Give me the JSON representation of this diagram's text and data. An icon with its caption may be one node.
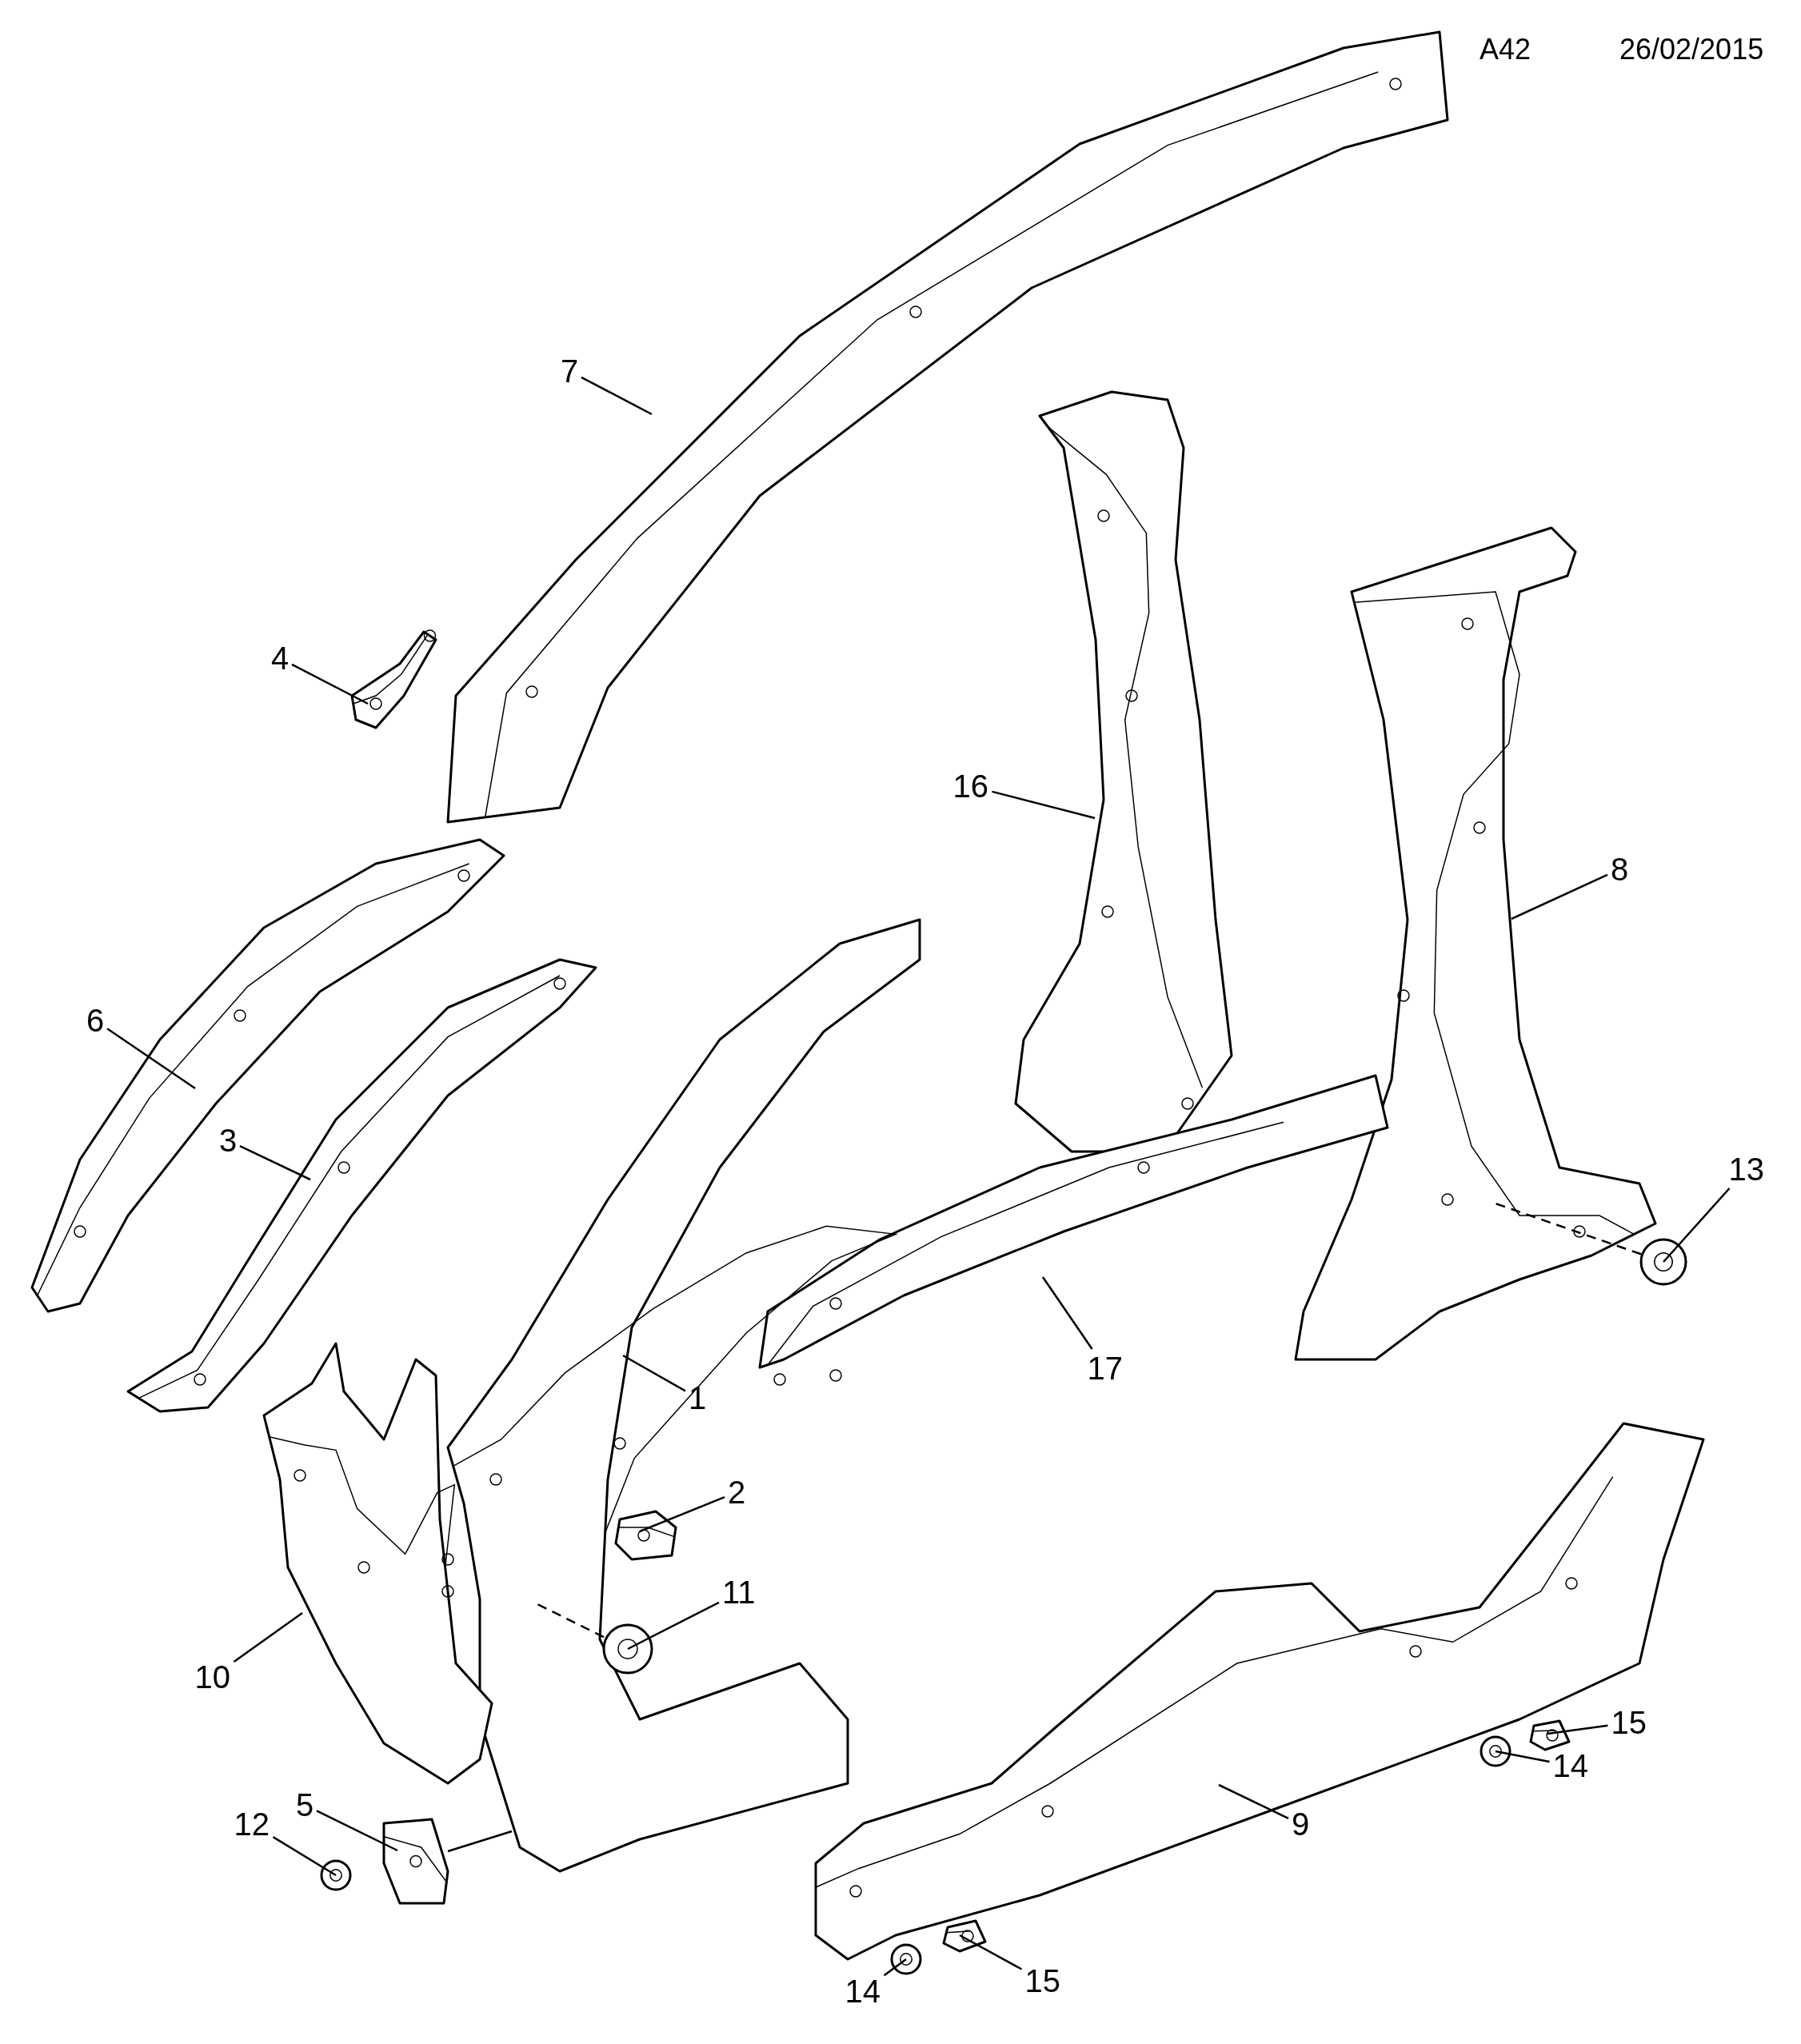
{
  "diagram": {
    "nodes": [
      {
        "text": [
          "7"
        ]
      },
      {
        "text": [],
        "shape": "picture"
      },
      {
        "text": [
          "4"
        ]
      },
      {
        "text": [],
        "shape": "picture"
      },
      {
        "text": [
          "16"
        ]
      },
      {
        "text": [],
        "shape": "picture"
      },
      {
        "text": [
          "8"
        ]
      },
      {
        "text": [],
        "shape": "picture"
      },
      {
        "text": [
          "6"
        ]
      },
      {
        "text": [],
        "shape": "picture"
      },
      {
        "text": [
          "3"
        ]
      },
      {
        "text": [],
        "shape": "picture"
      },
      {
        "text": [
          "17"
        ]
      },
      {
        "text": [],
        "shape": "picture"
      },
      {
        "text": [
          "13"
        ]
      },
      {
        "text": [],
        "shape": "circle"
      },
      {
        "text": [
          "1"
        ]
      },
      {
        "text": [],
        "shape": "picture"
      },
      {
        "text": [
          "2"
        ]
      },
      {
        "text": [],
        "shape": "picture"
      },
      {
        "text": [
          "11"
        ]
      },
      {
        "text": [],
        "shape": "circle"
      },
      {
        "text": [
          "10"
        ]
      },
      {
        "text": [],
        "shape": "picture"
      },
      {
        "text": [
          "12"
        ]
      },
      {
        "text": [],
        "shape": "circle"
      },
      {
        "text": [
          "5"
        ]
      },
      {
        "text": [],
        "shape": "picture"
      },
      {
        "text": [
          "9"
        ]
      },
      {
        "text": [],
        "shape": "picture"
      },
      {
        "text": [
          "14"
        ]
      },
      {
        "text": [],
        "shape": "circle"
      },
      {
        "text": [
          "15"
        ]
      },
      {
        "text": [],
        "shape": "picture"
      },
      {
        "text": [
          "14"
        ]
      },
      {
        "text": [],
        "shape": "circle"
      },
      {
        "text": [
          "15"
        ]
      },
      {
        "text": [],
        "shape": "picture"
      }
    ],
    "edges": [
      {
        "from": 0,
        "to": 1,
        "arrow": "none"
      },
      {
        "from": 2,
        "to": 3,
        "arrow": "none"
      },
      {
        "from": 4,
        "to": 5,
        "arrow": "none"
      },
      {
        "from": 6,
        "to": 7,
        "arrow": "none"
      },
      {
        "from": 8,
        "to": 9,
        "arrow": "none"
      },
      {
        "from": 10,
        "to": 11,
        "arrow": "none"
      },
      {
        "from": 12,
        "to": 13,
        "arrow": "none"
      },
      {
        "from": 14,
        "to": 15,
        "arrow": "none"
      },
      {
        "from": 16,
        "to": 17,
        "arrow": "none"
      },
      {
        "from": 18,
        "to": 19,
        "arrow": "none"
      },
      {
        "from": 20,
        "to": 21,
        "arrow": "none"
      },
      {
        "from": 22,
        "to": 23,
        "arrow": "none"
      },
      {
        "from": 24,
        "to": 25,
        "arrow": "none"
      },
      {
        "from": 26,
        "to": 27,
        "arrow": "none"
      },
      {
        "from": 28,
        "to": 29,
        "arrow": "none"
      },
      {
        "from": 30,
        "to": 31,
        "arrow": "none"
      },
      {
        "from": 32,
        "to": 33,
        "arrow": "none"
      },
      {
        "from": 34,
        "to": 35,
        "arrow": "none"
      },
      {
        "from": 36,
        "to": 37,
        "arrow": "none"
      },
      {
        "from": 21,
        "to": 17,
        "arrow": "none",
        "style": "dashed"
      },
      {
        "from": 15,
        "to": 7,
        "arrow": "none",
        "style": "dashed"
      },
      {
        "from": 27,
        "to": 17,
        "arrow": "none"
      }
    ],
    "labels": [
      "A42",
      "26/02/2015"
    ]
  }
}
